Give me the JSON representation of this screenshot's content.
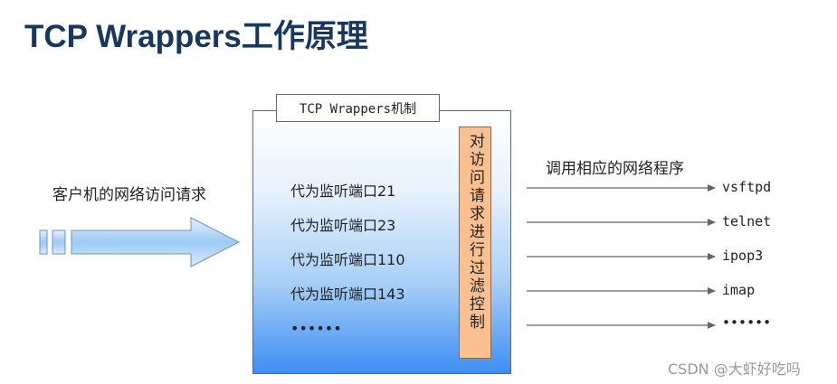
{
  "title": "TCP Wrappers工作原理",
  "client_request_label": "客户机的网络访问请求",
  "wrapper_box": {
    "title": "TCP Wrappers机制",
    "ports": [
      "代为监听端口21",
      "代为监听端口23",
      "代为监听端口110",
      "代为监听端口143",
      "••••••"
    ],
    "filter_label": "对访问请求进行过滤控制"
  },
  "call_label": "调用相应的网络程序",
  "programs": [
    "vsftpd",
    "telnet",
    "ipop3",
    "imap",
    "••••••"
  ],
  "watermark": "CSDN @大虾好吃吗",
  "colors": {
    "title": "#17375e",
    "filter_fill": "#fac090",
    "box_gradient_bottom": "#3d8ef4",
    "arrow_fill": "#9ccaf5",
    "line": "#666666"
  }
}
